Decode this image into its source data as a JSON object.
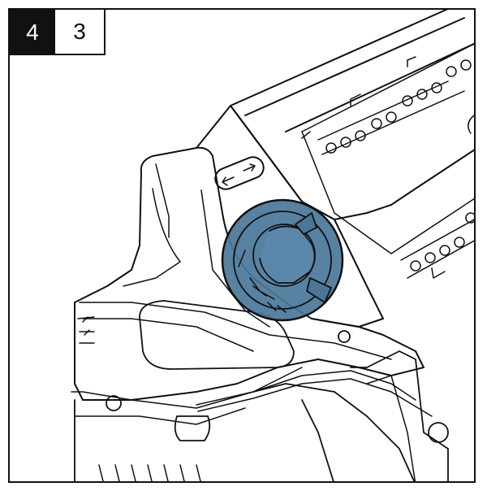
{
  "steps": {
    "major": "4",
    "minor": "3"
  },
  "colors": {
    "highlight": "#4a7799",
    "line": "#111111",
    "background": "#ffffff"
  },
  "illustration": {
    "subject": "device-side-view",
    "highlighted_part": "round-knob"
  }
}
